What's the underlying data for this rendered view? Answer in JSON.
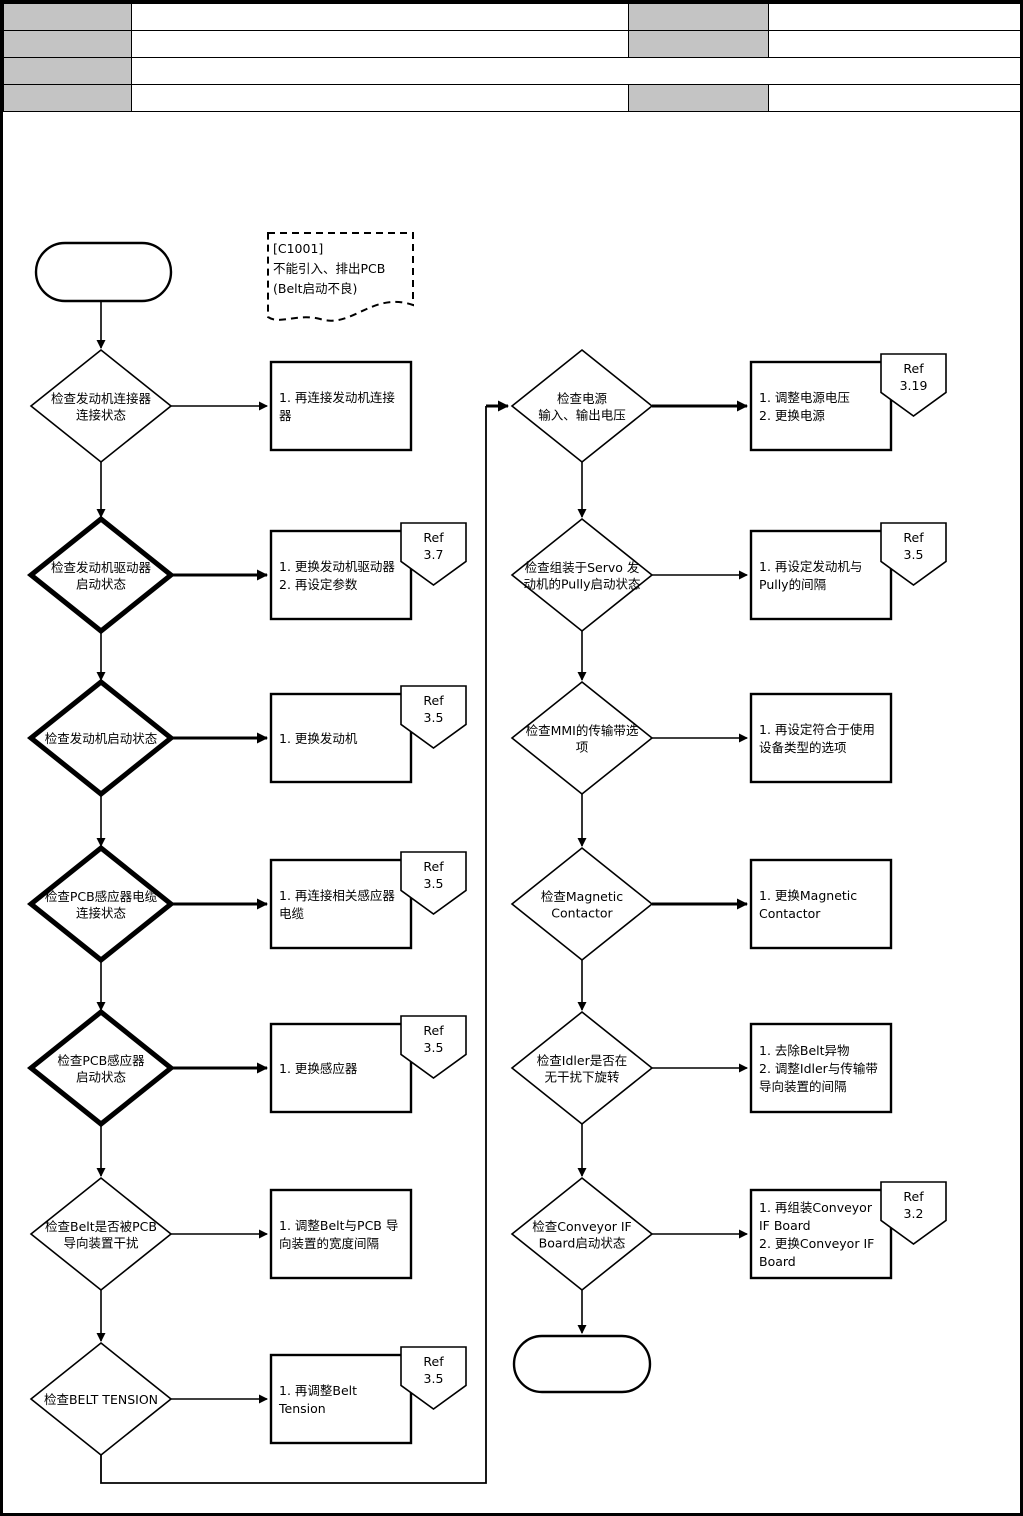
{
  "header": {
    "rows": [
      {
        "cells": [
          {
            "type": "label",
            "text": ""
          },
          {
            "type": "value",
            "text": ""
          },
          {
            "type": "label",
            "text": ""
          },
          {
            "type": "value",
            "text": ""
          }
        ]
      },
      {
        "cells": [
          {
            "type": "label",
            "text": ""
          },
          {
            "type": "value",
            "text": ""
          },
          {
            "type": "label",
            "text": ""
          },
          {
            "type": "value",
            "text": ""
          }
        ]
      },
      {
        "cells": [
          {
            "type": "label",
            "text": ""
          },
          {
            "type": "value",
            "text": "",
            "span": 3
          }
        ]
      },
      {
        "cells": [
          {
            "type": "label",
            "text": ""
          },
          {
            "type": "value",
            "text": ""
          },
          {
            "type": "label",
            "text": ""
          },
          {
            "type": "value",
            "text": ""
          }
        ]
      }
    ]
  },
  "note": {
    "code": "[C1001]",
    "line1": "不能引入、排出PCB",
    "line2": "(Belt启动不良)"
  },
  "terminators": {
    "start_label": "",
    "end_label": ""
  },
  "left_column": [
    {
      "id": "motor-connector",
      "decision": [
        "检查发动机连接器",
        "连接状态"
      ],
      "bold": false,
      "action": [
        "1. 再连接发动机连接",
        "器"
      ],
      "ref": null
    },
    {
      "id": "motor-driver",
      "decision": [
        "检查发动机驱动器",
        "启动状态"
      ],
      "bold": true,
      "action": [
        "1. 更换发动机驱动器",
        "2. 再设定参数"
      ],
      "ref": {
        "title": "Ref",
        "value": "3.7"
      }
    },
    {
      "id": "motor-start",
      "decision": [
        "检查发动机启动状态"
      ],
      "bold": true,
      "action": [
        "1. 更换发动机"
      ],
      "ref": {
        "title": "Ref",
        "value": "3.5"
      }
    },
    {
      "id": "pcb-sensor-cable",
      "decision": [
        "检查PCB感应器电缆",
        "连接状态"
      ],
      "bold": true,
      "action": [
        "1. 再连接相关感应器",
        "电缆"
      ],
      "ref": {
        "title": "Ref",
        "value": "3.5"
      }
    },
    {
      "id": "pcb-sensor-start",
      "decision": [
        "检查PCB感应器",
        "启动状态"
      ],
      "bold": true,
      "action": [
        "1. 更换感应器"
      ],
      "ref": {
        "title": "Ref",
        "value": "3.5"
      }
    },
    {
      "id": "belt-pcb-guide",
      "decision": [
        "检查Belt是否被PCB",
        "导向装置干扰"
      ],
      "bold": false,
      "action": [
        "1. 调整Belt与PCB 导",
        "向装置的宽度间隔"
      ],
      "ref": null
    },
    {
      "id": "belt-tension",
      "decision": [
        "检查BELT TENSION"
      ],
      "bold": false,
      "action": [
        "1. 再调整Belt",
        "Tension"
      ],
      "ref": {
        "title": "Ref",
        "value": "3.5"
      }
    }
  ],
  "right_column": [
    {
      "id": "power-voltage",
      "decision": [
        "检查电源",
        "输入、输出电压"
      ],
      "bold": false,
      "action": [
        "1. 调整电源电压",
        "2. 更换电源"
      ],
      "ref": {
        "title": "Ref",
        "value": "3.19"
      }
    },
    {
      "id": "servo-pulley",
      "decision": [
        "检查组装于Servo 发",
        "动机的Pully启动状态"
      ],
      "bold": false,
      "action": [
        "1. 再设定发动机与",
        "Pully的间隔"
      ],
      "ref": {
        "title": "Ref",
        "value": "3.5"
      }
    },
    {
      "id": "mmi-belt-option",
      "decision": [
        "检查MMI的传输带选",
        "项"
      ],
      "bold": false,
      "action": [
        "1. 再设定符合于使用",
        "设备类型的选项"
      ],
      "ref": null
    },
    {
      "id": "magnetic-contactor",
      "decision": [
        "检查Magnetic",
        "Contactor"
      ],
      "bold": false,
      "action": [
        "1. 更换Magnetic",
        "Contactor"
      ],
      "ref": null
    },
    {
      "id": "idler-rotation",
      "decision": [
        "检查Idler是否在",
        "无干扰下旋转"
      ],
      "bold": false,
      "action": [
        "1. 去除Belt异物",
        "2. 调整Idler与传输带",
        "导向装置的间隔"
      ],
      "ref": null
    },
    {
      "id": "conveyor-if-board",
      "decision": [
        "检查Conveyor IF",
        "Board启动状态"
      ],
      "bold": false,
      "action": [
        "1. 再组装Conveyor",
        "IF Board",
        "2. 更换Conveyor IF",
        "Board"
      ],
      "ref": {
        "title": "Ref",
        "value": "3.2"
      }
    }
  ],
  "colors": {
    "line": "#000000",
    "label_cell": "#c4c4c4",
    "page_bg": "#ffffff"
  }
}
